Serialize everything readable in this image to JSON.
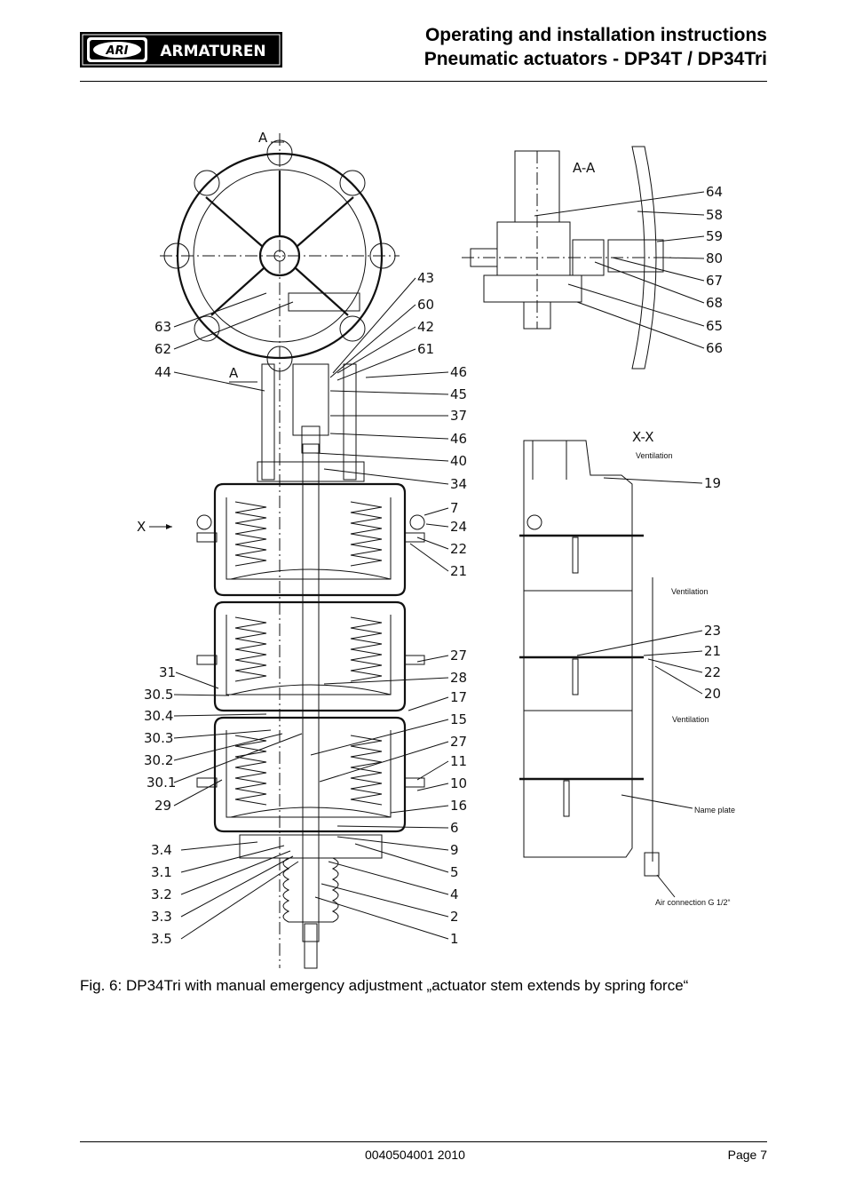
{
  "header": {
    "logo_text": "ARI ARMATUREN",
    "title_line1": "Operating and installation instructions",
    "title_line2": "Pneumatic actuators - DP34T / DP34Tri"
  },
  "figure": {
    "caption": "Fig. 6: DP34Tri with manual emergency adjustment „actuator stem extends by spring force“",
    "section_labels": {
      "top_a": "A",
      "bottom_a": "A",
      "view_x": "X",
      "section_aa": "A-A",
      "section_xx": "X-X"
    },
    "left_labels": [
      "63",
      "62",
      "44",
      "31",
      "30.5",
      "30.4",
      "30.3",
      "30.2",
      "30.1",
      "29",
      "3.4",
      "3.1",
      "3.2",
      "3.3",
      "3.5"
    ],
    "center_right_labels": [
      "43",
      "60",
      "42",
      "61",
      "46",
      "45",
      "37",
      "46",
      "40",
      "34",
      "7",
      "24",
      "22",
      "21",
      "27",
      "28",
      "17",
      "15",
      "27",
      "11",
      "10",
      "16",
      "6",
      "9",
      "5",
      "4",
      "2",
      "1"
    ],
    "aa_labels": [
      "64",
      "58",
      "59",
      "80",
      "67",
      "68",
      "65",
      "66"
    ],
    "xx_labels": [
      "19",
      "23",
      "21",
      "22",
      "20"
    ],
    "xx_annotations": [
      "Ventilation",
      "Ventilation",
      "Ventilation",
      "Name plate",
      "Air connection G 1/2“"
    ]
  },
  "footer": {
    "doc_number": "0040504001 2010",
    "page": "Page 7"
  }
}
